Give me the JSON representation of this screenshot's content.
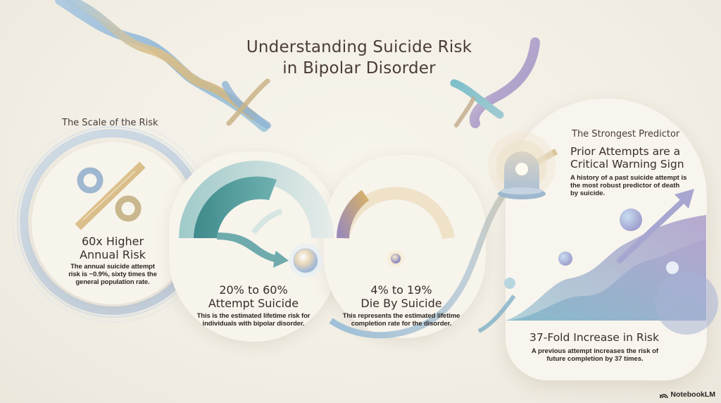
{
  "title": {
    "line1": "Understanding Suicide Risk",
    "line2": "in Bipolar Disorder"
  },
  "left_section": {
    "label": "The Scale of the Risk",
    "cards": [
      {
        "icon": "percent-ribbon-icon",
        "title_line1": "60x Higher",
        "title_line2": "Annual Risk",
        "desc_line1": "The annual suicide attempt",
        "desc_line2": "risk is ~0.9%, sixty times the",
        "desc_line3": "general population rate."
      },
      {
        "icon": "gauge-arrow-icon",
        "title_line1": "20% to 60%",
        "title_line2": "Attempt Suicide",
        "desc_line1": "This is the estimated lifetime risk for",
        "desc_line2": "individuals with bipolar disorder."
      },
      {
        "icon": "half-gauge-icon",
        "title_line1": "4% to 19%",
        "title_line2": "Die By Suicide",
        "desc_line1": "This represents the estimated lifetime",
        "desc_line2": "completion rate for the disorder."
      }
    ]
  },
  "right_section": {
    "label": "The Strongest Predictor",
    "heading_line1": "Prior Attempts are a",
    "heading_line2": "Critical Warning Sign",
    "desc_line1": "A history of a past suicide attempt is",
    "desc_line2": "the most robust predictor of death",
    "desc_line3": "by suicide.",
    "icon": "alarm-light-icon",
    "chart_icon": "rising-waves-arrow-icon",
    "bottom_title": "37-Fold Increase in Risk",
    "bottom_desc_line1": "A previous attempt increases the risk of",
    "bottom_desc_line2": "future completion by 37 times."
  },
  "brand": {
    "label": "NotebookLM"
  },
  "colors": {
    "teal": "#4f9a9c",
    "teal_light": "#a9d0cf",
    "blue": "#86a9cf",
    "gold": "#d4b57a",
    "lavender": "#a79ac6",
    "text": "#3a2e2a",
    "background": "#f4f0e7"
  }
}
